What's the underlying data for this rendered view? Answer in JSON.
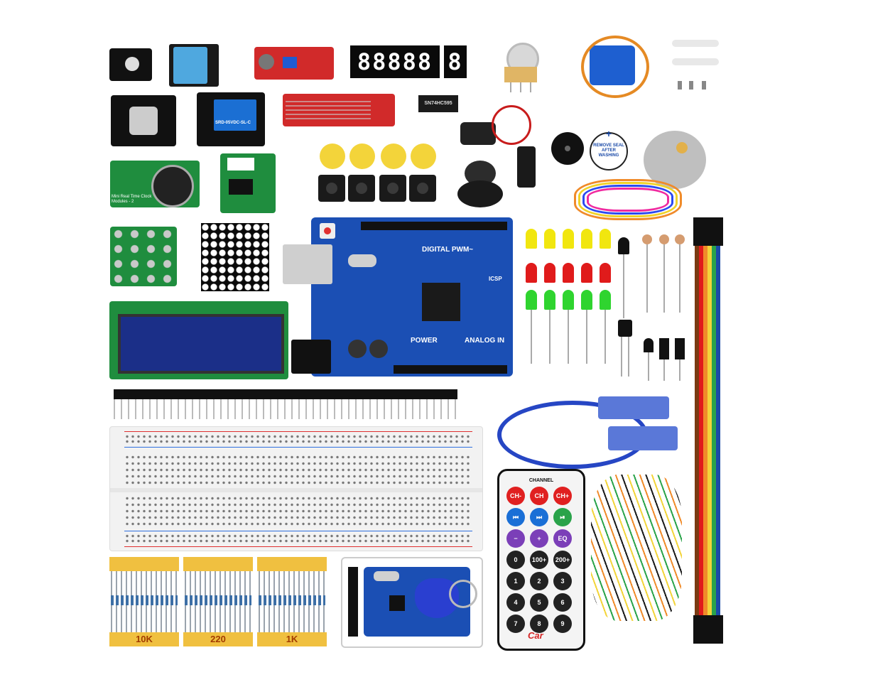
{
  "display_7seg": "88888",
  "display_7seg_single": "8",
  "relay_text": "SRD-05VDC-SL-C",
  "ic_text": "SN74HC595",
  "buzzer_seal_text": "REMOVE SEAL AFTER WASHING",
  "buzzer_plus": "+",
  "rtc_text": "Mini Real Time Clock Modules - 2",
  "board": {
    "digital_label": "DIGITAL PWM~",
    "power_label": "POWER",
    "analog_label": "ANALOG IN",
    "icsp_label": "ICSP"
  },
  "resistor_packs": [
    {
      "label": "10K"
    },
    {
      "label": "220"
    },
    {
      "label": "1K"
    }
  ],
  "remote": {
    "title": "CHANNEL",
    "brand": "Car",
    "buttons": [
      "CH-",
      "CH",
      "CH+",
      "⏮",
      "⏭",
      "⏯",
      "−",
      "+",
      "EQ",
      "0",
      "100+",
      "200+",
      "1",
      "2",
      "3",
      "4",
      "5",
      "6",
      "7",
      "8",
      "9"
    ]
  },
  "colors": {
    "pcb_blue": "#1b4fb4",
    "pcb_green": "#1f8d3e",
    "pcb_black": "#111111",
    "resistor_pack": "#f0c040",
    "led_yellow": "#f1e60f",
    "led_red": "#e01b1b",
    "led_green": "#2fd42f"
  }
}
